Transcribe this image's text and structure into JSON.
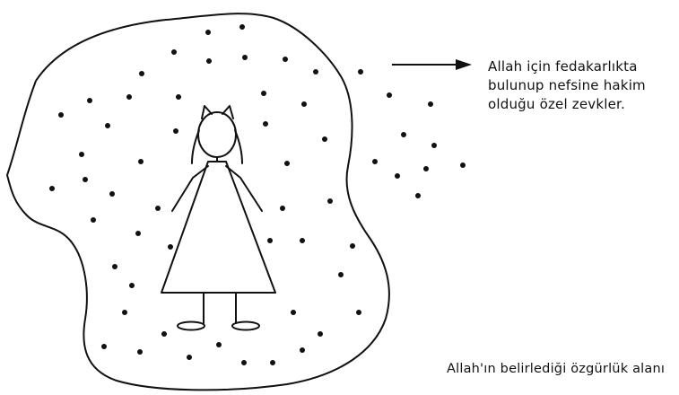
{
  "annotations": {
    "arrow_caption_lines": [
      "Allah için fedakarlıkta",
      "bulunup nefsine hakim",
      "olduğu özel zevkler."
    ],
    "area_caption": "Allah'ın belirlediği özgürlük alanı"
  },
  "colors": {
    "ink": "#111111",
    "background": "#ffffff"
  }
}
